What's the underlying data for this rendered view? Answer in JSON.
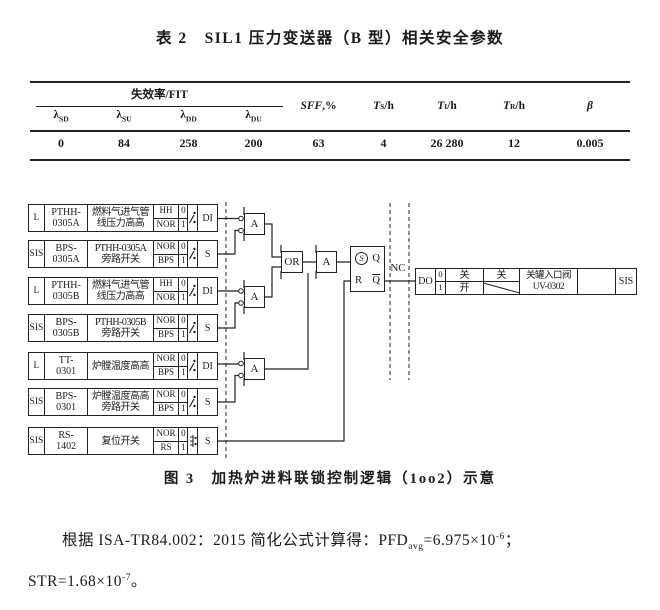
{
  "table": {
    "title": "表 2　SIL1 压力变送器（B 型）相关安全参数",
    "group_header": "失效率/FIT",
    "lambda_headers": [
      {
        "base": "λ",
        "sub": "SD"
      },
      {
        "base": "λ",
        "sub": "SU"
      },
      {
        "base": "λ",
        "sub": "DD"
      },
      {
        "base": "λ",
        "sub": "DU"
      }
    ],
    "col_headers": [
      {
        "main": "SFF",
        "sub": "",
        "suffix": ",%"
      },
      {
        "main": "T",
        "sub": "S",
        "suffix": "/h"
      },
      {
        "main": "T",
        "sub": "I",
        "suffix": "/h"
      },
      {
        "main": "T",
        "sub": "R",
        "suffix": "/h"
      },
      {
        "main": "β",
        "sub": "",
        "suffix": ""
      }
    ],
    "values": [
      "0",
      "84",
      "258",
      "200",
      "63",
      "4",
      "26 280",
      "12",
      "0.005"
    ]
  },
  "diagram": {
    "rows": [
      {
        "type": "L",
        "tag1": "PTHH-",
        "tag2": "0305A",
        "desc1": "燃料气进气管",
        "desc2": "线压力高高",
        "state1": "HH",
        "state2": "NOR",
        "bit1": "0",
        "bit2": "1",
        "signal": "DI",
        "icon": "toggle-switch-icon"
      },
      {
        "type": "SIS",
        "tag1": "BPS-",
        "tag2": "0305A",
        "desc1": "PTHH-0305A",
        "desc2": "旁路开关",
        "state1": "NOR",
        "state2": "BPS",
        "bit1": "0",
        "bit2": "1",
        "signal": "S",
        "icon": "toggle-switch-icon"
      },
      {
        "type": "L",
        "tag1": "PTHH-",
        "tag2": "0305B",
        "desc1": "燃料气进气管",
        "desc2": "线压力高高",
        "state1": "HH",
        "state2": "NOR",
        "bit1": "0",
        "bit2": "1",
        "signal": "DI",
        "icon": "toggle-switch-icon"
      },
      {
        "type": "SIS",
        "tag1": "BPS-",
        "tag2": "0305B",
        "desc1": "PTHH-0305B",
        "desc2": "旁路开关",
        "state1": "NOR",
        "state2": "BPS",
        "bit1": "0",
        "bit2": "1",
        "signal": "S",
        "icon": "toggle-switch-icon"
      },
      {
        "type": "L",
        "tag1": "TT-",
        "tag2": "0301",
        "desc1": "炉膛温度高高",
        "desc2": "",
        "state1": "NOR",
        "state2": "BPS",
        "bit1": "0",
        "bit2": "1",
        "signal": "DI",
        "icon": "toggle-switch-icon"
      },
      {
        "type": "SIS",
        "tag1": "BPS-",
        "tag2": "0301",
        "desc1": "炉膛温度高高",
        "desc2": "旁路开关",
        "state1": "NOR",
        "state2": "BPS",
        "bit1": "0",
        "bit2": "1",
        "signal": "S",
        "icon": "toggle-switch-icon"
      },
      {
        "type": "SIS",
        "tag1": "RS-",
        "tag2": "1402",
        "desc1": "复位开关",
        "desc2": "",
        "state1": "NOR",
        "state2": "RS",
        "bit1": "0",
        "bit2": "1",
        "signal": "S",
        "icon": "pushbutton-icon"
      }
    ],
    "gates": [
      {
        "label": "A"
      },
      {
        "label": "A"
      },
      {
        "label": "A"
      },
      {
        "label": "OR"
      },
      {
        "label": "A"
      }
    ],
    "flipflop": {
      "set": "S",
      "q": "Q",
      "reset": "R",
      "q_bar": "Q"
    },
    "nc_label": "NC",
    "output": {
      "do_label": "DO",
      "bit1": "0",
      "bit2": "1",
      "open_close_top": "关",
      "open_close_bottom": "开",
      "action_top": "关",
      "device_line1": "关罐入口阀",
      "device_line2": "UV-0302",
      "sis_label": "SIS"
    },
    "caption": "图 3　加热炉进料联锁控制逻辑（1oo2）示意"
  },
  "paragraph": {
    "l1_a": "根据 ISA-TR84.002：2015 简化公式计算得：PFD",
    "l1_sub": "avg",
    "l1_b": "=6.975×10",
    "l1_sup": "-6",
    "l1_c": "；",
    "l2_a": "STR=1.68×10",
    "l2_sup": "-7",
    "l2_b": "。"
  }
}
